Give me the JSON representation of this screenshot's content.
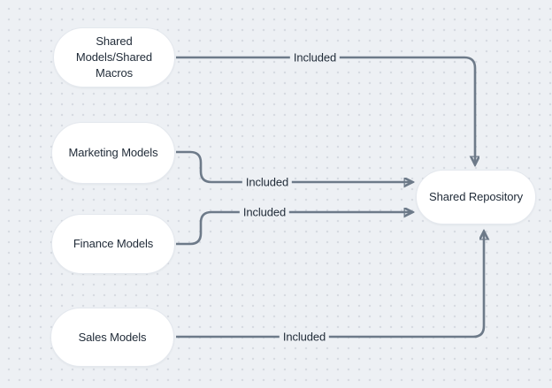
{
  "diagram": {
    "nodes": {
      "shared_models": {
        "label": "Shared\nModels/Shared\nMacros"
      },
      "marketing": {
        "label": "Marketing Models"
      },
      "finance": {
        "label": "Finance Models"
      },
      "sales": {
        "label": "Sales Models"
      },
      "repository": {
        "label": "Shared Repository"
      }
    },
    "edges": {
      "shared_to_repo": {
        "label": "Included"
      },
      "marketing_to_repo": {
        "label": "Included"
      },
      "finance_to_repo": {
        "label": "Included"
      },
      "sales_to_repo": {
        "label": "Included"
      }
    },
    "colors": {
      "canvas_background": "#edf0f4",
      "grid_dot": "#d6dae1",
      "node_fill": "#ffffff",
      "node_border": "#e4e8ee",
      "text": "#1f2a37",
      "connector": "#6d7a89"
    }
  }
}
